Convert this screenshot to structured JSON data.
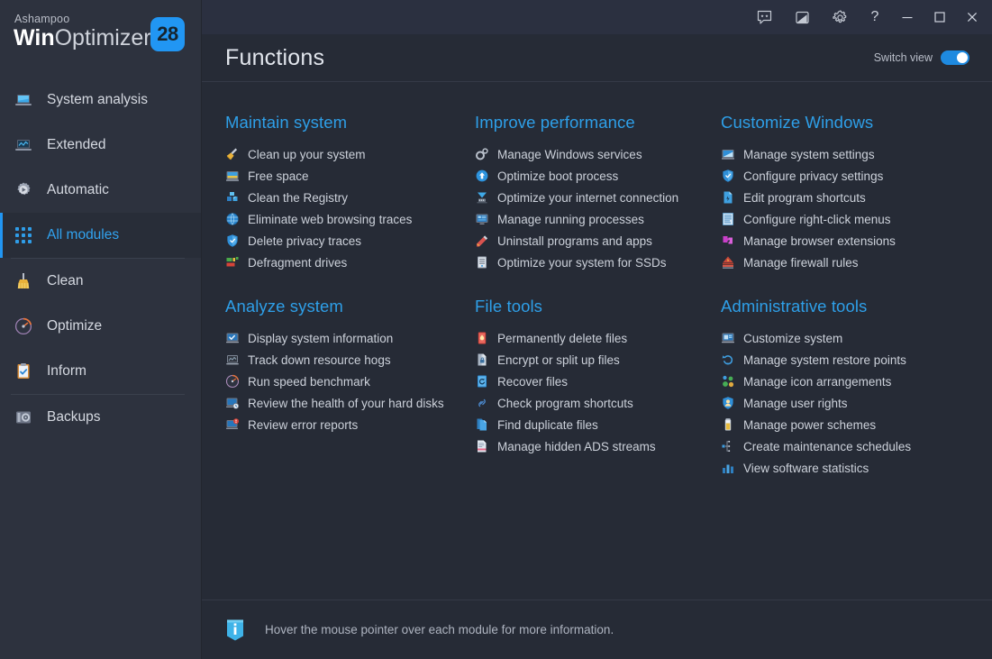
{
  "app": {
    "brand_top": "Ashampoo",
    "brand_main_bold": "Win",
    "brand_main_rest": "Optimizer",
    "version_badge": "28",
    "accent_color": "#2196f3",
    "sidebar_bg": "#2d323e",
    "content_bg": "#262b36",
    "titlebar_bg": "#2b3040"
  },
  "titlebar": {
    "buttons": [
      {
        "name": "feedback-icon",
        "label": "Feedback"
      },
      {
        "name": "theme-icon",
        "label": "Theme"
      },
      {
        "name": "gear-icon",
        "label": "Settings"
      },
      {
        "name": "help-icon",
        "label": "?"
      },
      {
        "name": "minimize-icon",
        "label": "Minimize"
      },
      {
        "name": "maximize-icon",
        "label": "Maximize"
      },
      {
        "name": "close-icon",
        "label": "Close"
      }
    ],
    "help_glyph": "?"
  },
  "sidebar": {
    "items": [
      {
        "label": "System analysis",
        "icon": "laptop-icon",
        "active": false
      },
      {
        "label": "Extended",
        "icon": "chart-laptop-icon",
        "active": false
      },
      {
        "label": "Automatic",
        "icon": "gear-play-icon",
        "active": false
      },
      {
        "label": "All modules",
        "icon": "grid-dots-icon",
        "active": true
      },
      {
        "label": "Clean",
        "icon": "broom-icon",
        "active": false
      },
      {
        "label": "Optimize",
        "icon": "gauge-icon",
        "active": false
      },
      {
        "label": "Inform",
        "icon": "clipboard-check-icon",
        "active": false
      },
      {
        "label": "Backups",
        "icon": "backup-disc-icon",
        "active": false
      }
    ]
  },
  "header": {
    "title": "Functions",
    "switch_view_label": "Switch view",
    "switch_view_on": true
  },
  "main": {
    "groups": [
      {
        "title": "Maintain system",
        "items": [
          {
            "label": "Clean up your system",
            "icon": "broom-sweep-icon"
          },
          {
            "label": "Free space",
            "icon": "drive-free-icon"
          },
          {
            "label": "Clean the Registry",
            "icon": "registry-icon"
          },
          {
            "label": "Eliminate web browsing traces",
            "icon": "globe-icon"
          },
          {
            "label": "Delete privacy traces",
            "icon": "shield-privacy-icon"
          },
          {
            "label": "Defragment drives",
            "icon": "defrag-icon"
          }
        ]
      },
      {
        "title": "Improve performance",
        "items": [
          {
            "label": "Manage Windows services",
            "icon": "services-gears-icon"
          },
          {
            "label": "Optimize boot process",
            "icon": "boot-arrow-icon"
          },
          {
            "label": "Optimize your internet connection",
            "icon": "internet-icon"
          },
          {
            "label": "Manage running processes",
            "icon": "processes-monitor-icon"
          },
          {
            "label": "Uninstall programs and apps",
            "icon": "uninstall-icon"
          },
          {
            "label": "Optimize your system for SSDs",
            "icon": "ssd-icon"
          }
        ]
      },
      {
        "title": "Customize Windows",
        "items": [
          {
            "label": "Manage system settings",
            "icon": "system-settings-icon"
          },
          {
            "label": "Configure privacy settings",
            "icon": "shield-privacy-icon"
          },
          {
            "label": "Edit program shortcuts",
            "icon": "shortcut-file-icon"
          },
          {
            "label": "Configure right-click menus",
            "icon": "context-menu-icon"
          },
          {
            "label": "Manage browser extensions",
            "icon": "puzzle-icon"
          },
          {
            "label": "Manage firewall rules",
            "icon": "firewall-icon"
          }
        ]
      },
      {
        "title": "Analyze system",
        "items": [
          {
            "label": "Display system information",
            "icon": "sysinfo-icon"
          },
          {
            "label": "Track down resource hogs",
            "icon": "resource-monitor-icon"
          },
          {
            "label": "Run speed benchmark",
            "icon": "speed-gauge-icon"
          },
          {
            "label": "Review the health of your hard disks",
            "icon": "disk-health-icon"
          },
          {
            "label": "Review error reports",
            "icon": "error-report-icon"
          }
        ]
      },
      {
        "title": "File tools",
        "items": [
          {
            "label": "Permanently delete files",
            "icon": "shredder-bin-icon"
          },
          {
            "label": "Encrypt or split up files",
            "icon": "encrypt-file-icon"
          },
          {
            "label": "Recover files",
            "icon": "recover-icon"
          },
          {
            "label": "Check program shortcuts",
            "icon": "link-check-icon"
          },
          {
            "label": "Find duplicate files",
            "icon": "duplicate-files-icon"
          },
          {
            "label": "Manage hidden ADS streams",
            "icon": "ads-stream-icon"
          }
        ]
      },
      {
        "title": "Administrative tools",
        "items": [
          {
            "label": "Customize system",
            "icon": "customize-system-icon"
          },
          {
            "label": "Manage system restore points",
            "icon": "restore-icon"
          },
          {
            "label": "Manage icon arrangements",
            "icon": "icon-arrange-icon"
          },
          {
            "label": "Manage user rights",
            "icon": "user-rights-icon"
          },
          {
            "label": "Manage power schemes",
            "icon": "battery-icon"
          },
          {
            "label": "Create maintenance schedules",
            "icon": "schedule-icon"
          },
          {
            "label": "View software statistics",
            "icon": "statistics-icon"
          }
        ]
      }
    ]
  },
  "footer": {
    "hint": "Hover the mouse pointer over each module for more information.",
    "icon": "info-icon"
  }
}
